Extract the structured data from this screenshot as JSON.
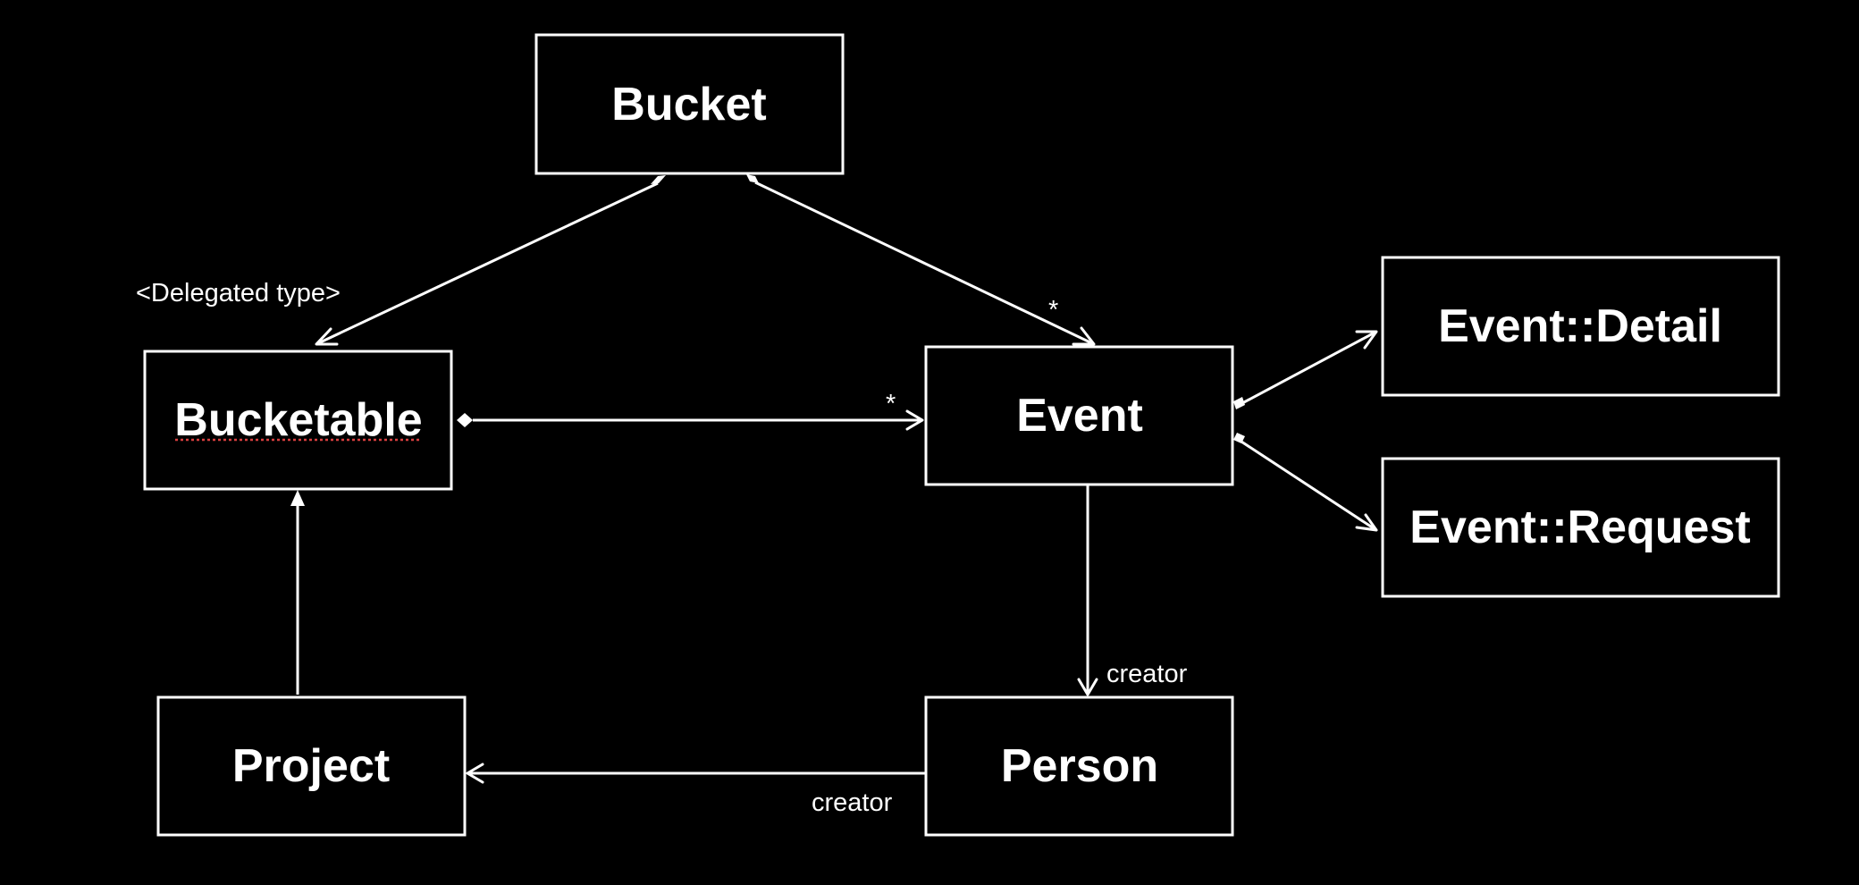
{
  "nodes": {
    "bucket": {
      "label": "Bucket"
    },
    "bucketable": {
      "label": "Bucketable"
    },
    "event": {
      "label": "Event"
    },
    "event_detail": {
      "label": "Event::Detail"
    },
    "event_request": {
      "label": "Event::Request"
    },
    "project": {
      "label": "Project"
    },
    "person": {
      "label": "Person"
    }
  },
  "edges": {
    "bucket_bucketable": {
      "label": "<Delegated type>"
    },
    "bucket_event": {
      "multiplicity": "*"
    },
    "bucketable_event": {
      "multiplicity": "*"
    },
    "event_person": {
      "label": "creator"
    },
    "person_project": {
      "label": "creator"
    }
  },
  "colors": {
    "background": "#000000",
    "foreground": "#ffffff",
    "spellcheck": "#d94040"
  }
}
